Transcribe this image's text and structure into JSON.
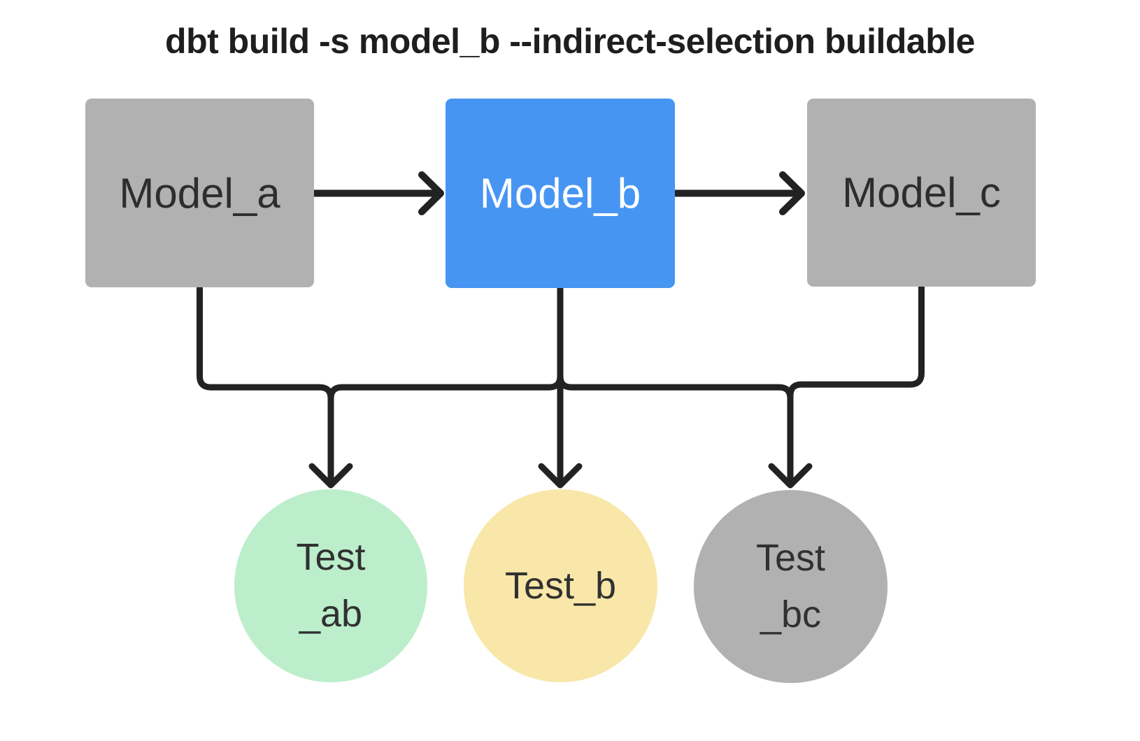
{
  "title": "dbt build -s model_b --indirect-selection buildable",
  "colors": {
    "background": "#ffffff",
    "node_gray": "#b1b1b1",
    "node_selected_blue": "#4795f2",
    "node_green": "#bceecb",
    "node_yellow": "#f8e7a9",
    "edge_line": "#222222",
    "label_dark": "#2d2d2d",
    "label_on_blue": "#ffffff"
  },
  "nodes": {
    "model_a": {
      "label": "Model_a",
      "state": "unselected"
    },
    "model_b": {
      "label": "Model_b",
      "state": "selected"
    },
    "model_c": {
      "label": "Model_c",
      "state": "unselected"
    },
    "test_ab": {
      "line1": "Test",
      "line2": "_ab",
      "state": "buildable-green"
    },
    "test_b": {
      "label": "Test_b",
      "state": "selected-yellow"
    },
    "test_bc": {
      "line1": "Test",
      "line2": "_bc",
      "state": "unselected"
    }
  }
}
